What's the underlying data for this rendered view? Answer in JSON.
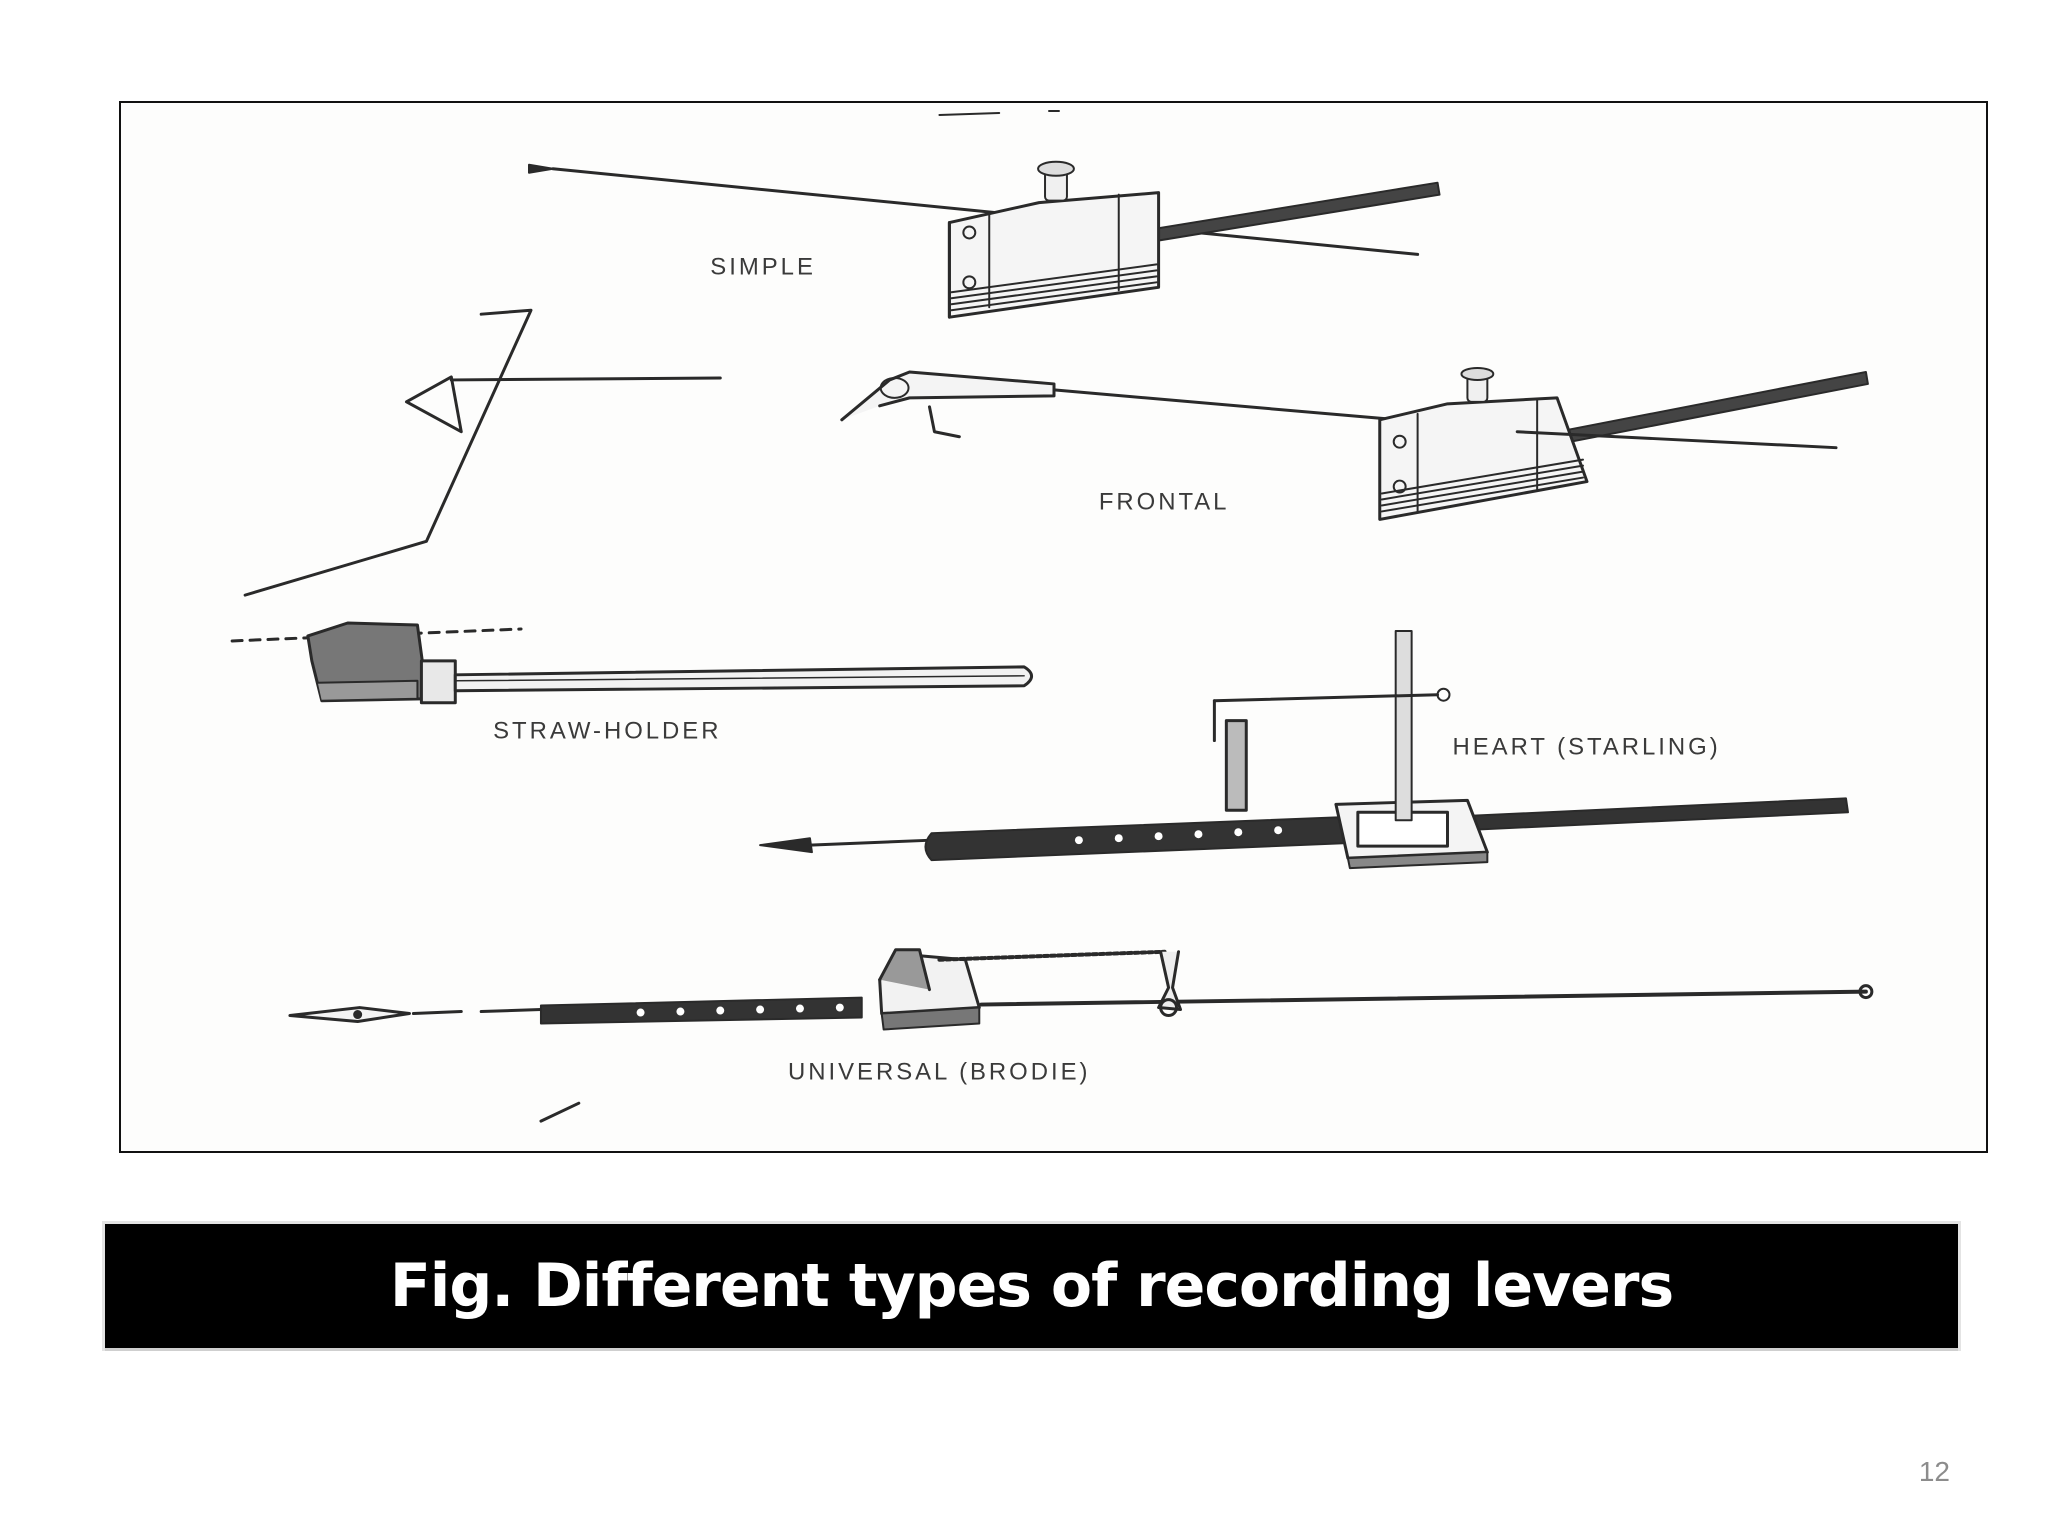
{
  "figure": {
    "labels": {
      "simple": "SIMPLE",
      "frontal": "FRONTAL",
      "straw_holder": "STRAW-HOLDER",
      "heart_starling": "HEART (STARLING)",
      "universal_brodie": "UNIVERSAL (BRODIE)"
    }
  },
  "caption": {
    "text": "Fig. Different types of recording levers"
  },
  "slide": {
    "page_number": "12"
  },
  "colors": {
    "caption_bg": "#000000",
    "caption_text": "#ffffff",
    "ink": "#2a2a2a"
  }
}
